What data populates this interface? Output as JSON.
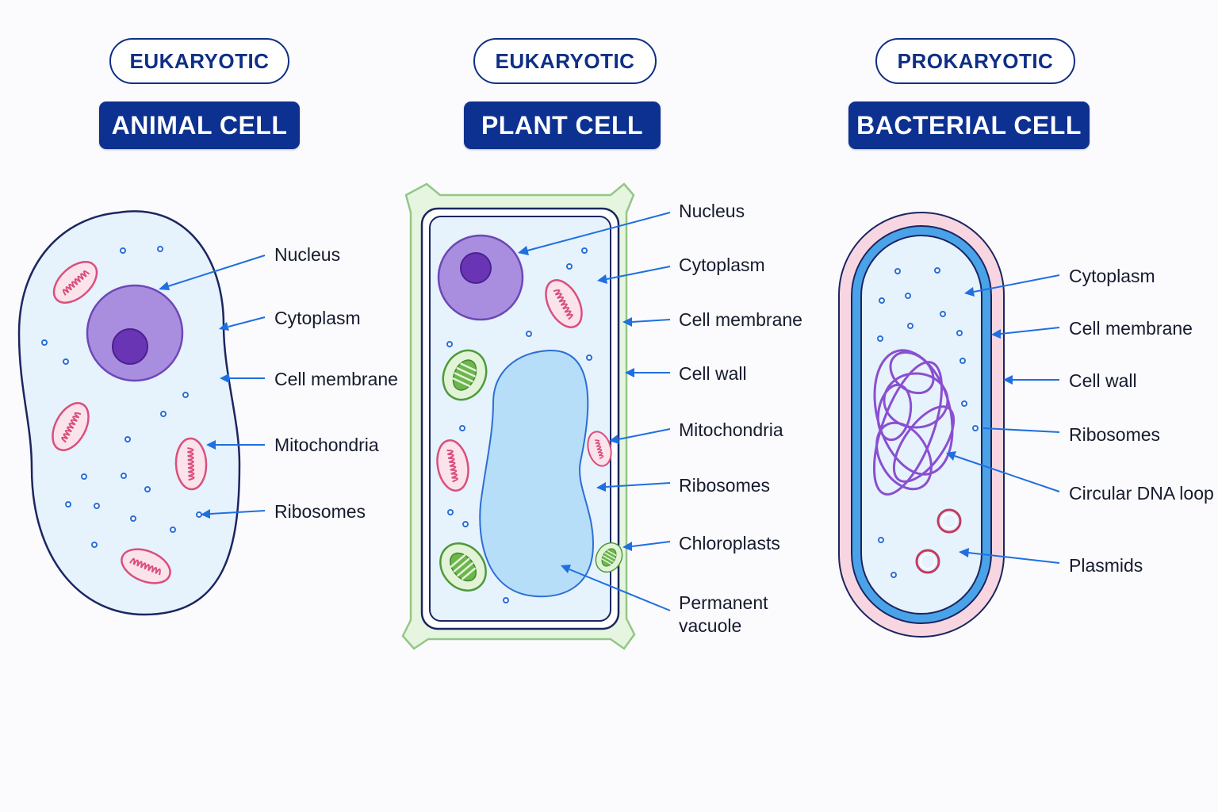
{
  "columns": [
    {
      "type_badge": "EUKARYOTIC",
      "title": "ANIMAL CELL"
    },
    {
      "type_badge": "EUKARYOTIC",
      "title": "PLANT CELL"
    },
    {
      "type_badge": "PROKARYOTIC",
      "title": "BACTERIAL CELL"
    }
  ],
  "animal_labels": [
    "Nucleus",
    "Cytoplasm",
    "Cell membrane",
    "Mitochondria",
    "Ribosomes"
  ],
  "plant_labels": [
    "Nucleus",
    "Cytoplasm",
    "Cell membrane",
    "Cell wall",
    "Mitochondria",
    "Ribosomes",
    "Chloroplasts",
    "Permanent",
    "vacuole"
  ],
  "bacterial_labels": [
    "Cytoplasm",
    "Cell membrane",
    "Cell wall",
    "Ribosomes",
    "Circular DNA loop",
    "Plasmids"
  ],
  "colors": {
    "title_bg": "#0d3190",
    "badge_border": "#0f2f86",
    "leader_line": "#1f6fe0",
    "cytoplasm": "#e6f2fc",
    "nucleus": "#a98ee0",
    "mitochondria": "#d94f7c",
    "chloroplast": "#4e9a3a",
    "cell_wall_plant": "#e6f5e0",
    "cell_wall_bacteria": "#f7d6e2",
    "dna": "#8a4fd0"
  }
}
